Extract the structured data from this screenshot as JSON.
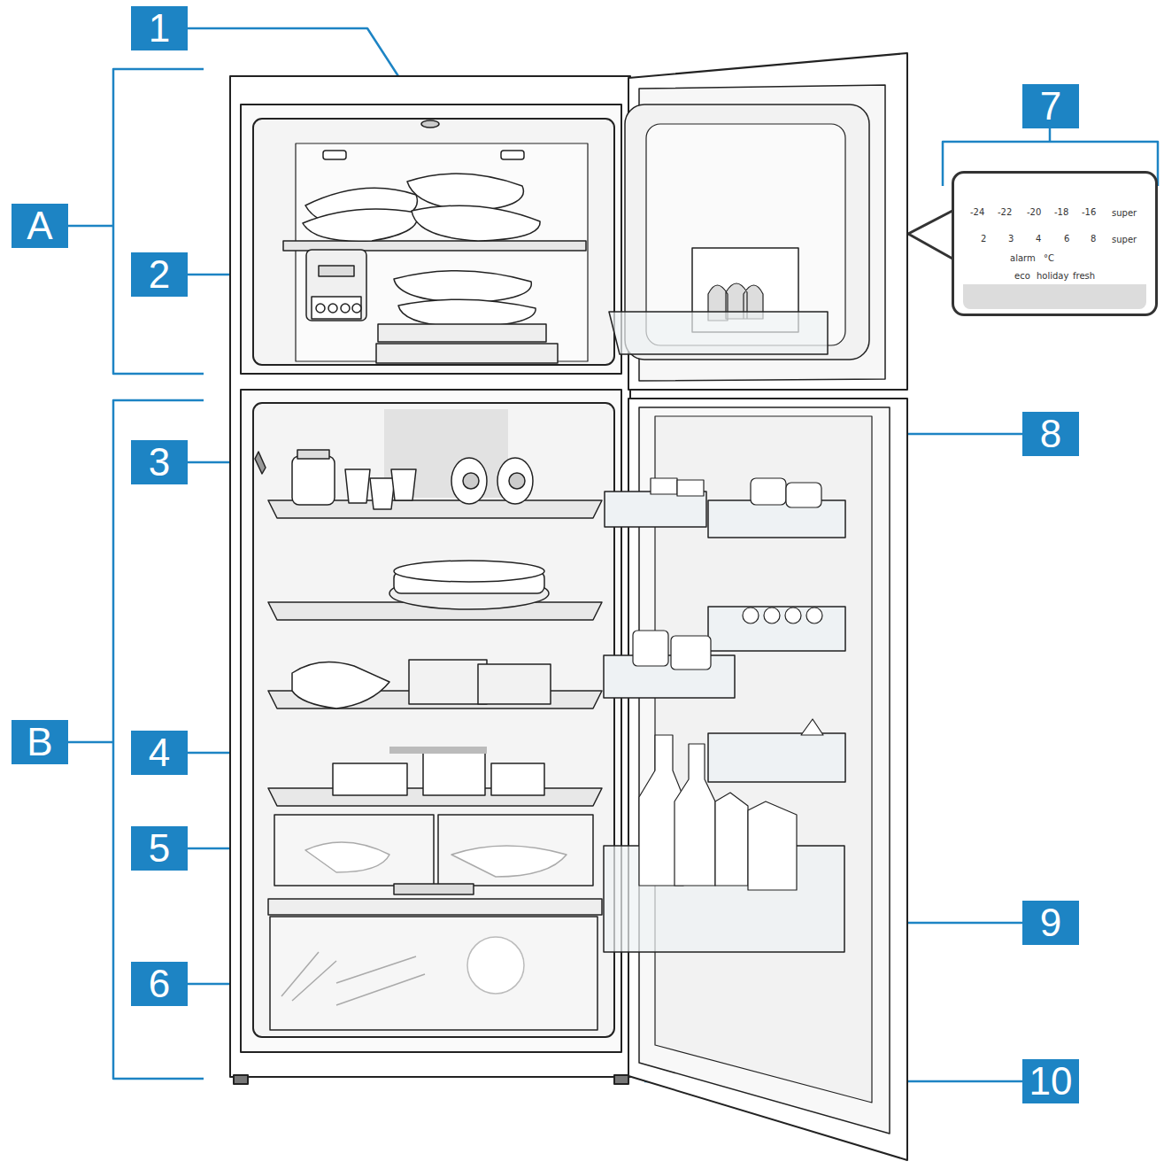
{
  "diagram": {
    "nodes": [
      {
        "text": [
          "-24",
          "-22",
          "-20",
          "-18",
          "-16",
          "super",
          "2",
          "3",
          "4",
          "6",
          "8",
          "super",
          "alarm",
          "°C",
          "eco",
          "holiday",
          "fresh"
        ]
      }
    ],
    "labels": [
      "1",
      "7",
      "A",
      "2",
      "8",
      "3",
      "B",
      "4",
      "5",
      "9",
      "6",
      "10"
    ]
  }
}
